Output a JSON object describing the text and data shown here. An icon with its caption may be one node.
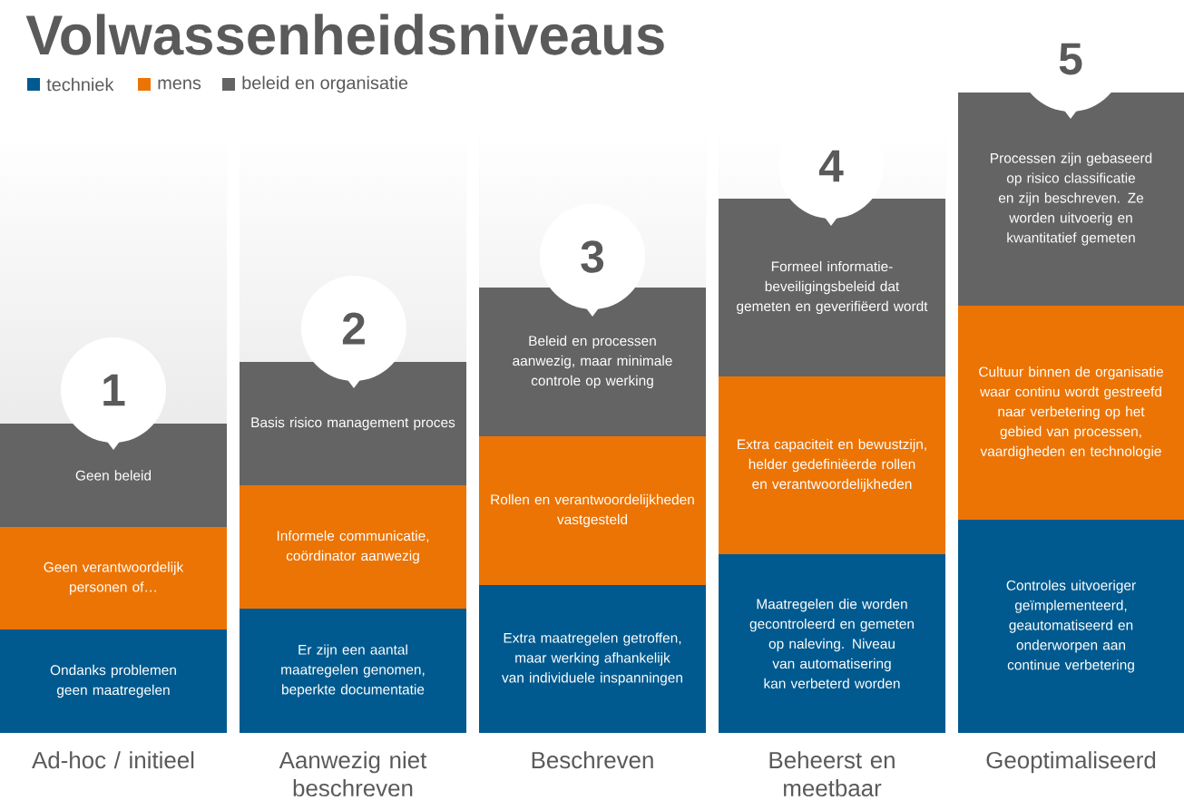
{
  "diagram": {
    "title": "Volwassenheidsniveaus",
    "legend": [
      {
        "text": "techniek",
        "color": "#005a8f"
      },
      {
        "text": "mens",
        "color": "#ec7404"
      },
      {
        "text": "beleid en organisatie",
        "color": "#646464"
      }
    ],
    "nodes": [
      {
        "text": [
          "1"
        ]
      },
      {
        "text": [
          "Geen beleid"
        ]
      },
      {
        "text": [
          "Geen verantwoordelijk personen of…"
        ]
      },
      {
        "text": [
          "Ondanks problemen geen maatregelen"
        ]
      },
      {
        "text": [
          "2"
        ]
      },
      {
        "text": [
          "Basis risico management proces"
        ]
      },
      {
        "text": [
          "Informele communicatie, coördinator aanwezig"
        ]
      },
      {
        "text": [
          "Er zijn een aantal maatregelen genomen, beperkte documentatie"
        ]
      },
      {
        "text": [
          "3"
        ]
      },
      {
        "text": [
          "Beleid en processen aanwezig, maar minimale controle op werking"
        ]
      },
      {
        "text": [
          "Rollen en verantwoordelijkheden vastgesteld"
        ]
      },
      {
        "text": [
          "Extra maatregelen getroffen, maar werking afhankelijk van individuele inspanningen"
        ]
      },
      {
        "text": [
          "4"
        ]
      },
      {
        "text": [
          "Formeel informatie- beveiligingsbeleid dat gemeten en geverifiëerd wordt"
        ]
      },
      {
        "text": [
          "Extra capaciteit en bewustzijn, helder gedefiniëerde rollen en verantwoordelijkheden"
        ]
      },
      {
        "text": [
          "Maatregelen die worden gecontroleerd en gemeten op naleving. Niveau van automatisering kan verbeterd worden"
        ]
      },
      {
        "text": [
          "5"
        ]
      },
      {
        "text": [
          "Processen zijn gebaseerd op risico classificatie en zijn beschreven. Ze worden uitvoerig en kwantitatief gemeten"
        ]
      },
      {
        "text": [
          "Cultuur binnen de organisatie waar continu wordt gestreefd naar verbetering op het gebied van processen, vaardigheden en technologie"
        ]
      },
      {
        "text": [
          "Controles uitvoeriger geïmplementeerd, geautomatiseerd en onderworpen aan continue verbetering"
        ]
      }
    ],
    "labels": [
      "Ad-hoc / initieel",
      "Aanwezig niet beschreven",
      "Beschreven",
      "Beheerst en meetbaar",
      "Geoptimaliseerd"
    ]
  }
}
